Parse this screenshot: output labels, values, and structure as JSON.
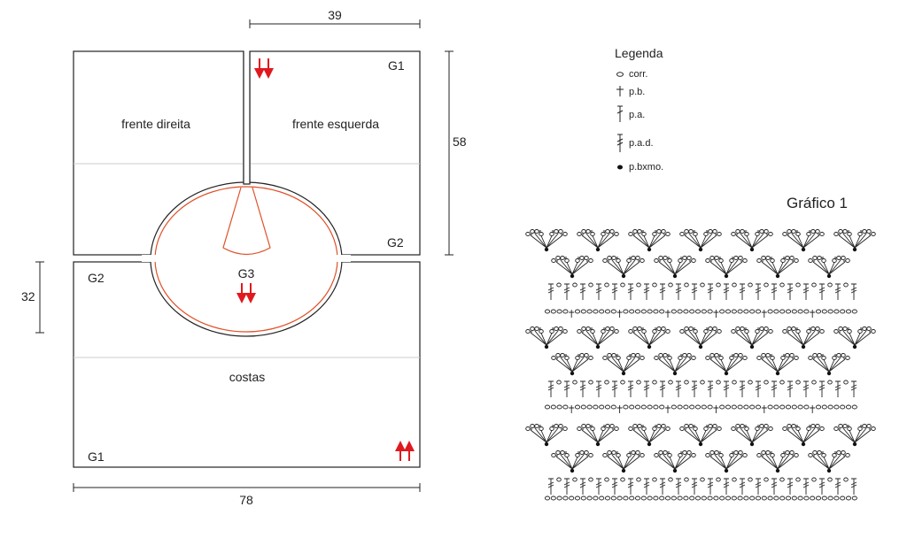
{
  "pieces": {
    "front_right": "frente direita",
    "front_left": "frente esquerda",
    "back": "costas",
    "g1_top": "G1",
    "g2_right": "G2",
    "g2_left": "G2",
    "g3": "G3",
    "g1_bottom": "G1"
  },
  "dimensions": {
    "top": "39",
    "right": "58",
    "left": "32",
    "bottom": "78"
  },
  "legend": {
    "title": "Legenda",
    "items": [
      {
        "symbol": "chain",
        "label": "corr."
      },
      {
        "symbol": "single-crochet",
        "label": "p.b."
      },
      {
        "symbol": "double-crochet",
        "label": "p.a."
      },
      {
        "symbol": "treble-crochet",
        "label": "p.a.d."
      },
      {
        "symbol": "slip-stitch",
        "label": "p.bxmo."
      }
    ]
  },
  "chart": {
    "title": "Gráfico 1",
    "rows": [
      "fan",
      "fan2",
      "stitch",
      "chain",
      "fan",
      "fan2",
      "stitch",
      "chain",
      "fan",
      "fan2",
      "stitch",
      "foundation"
    ]
  },
  "colors": {
    "line": "#222222",
    "neck": "#e0522a",
    "arrow": "#e0191f",
    "guide": "#cccccc"
  }
}
